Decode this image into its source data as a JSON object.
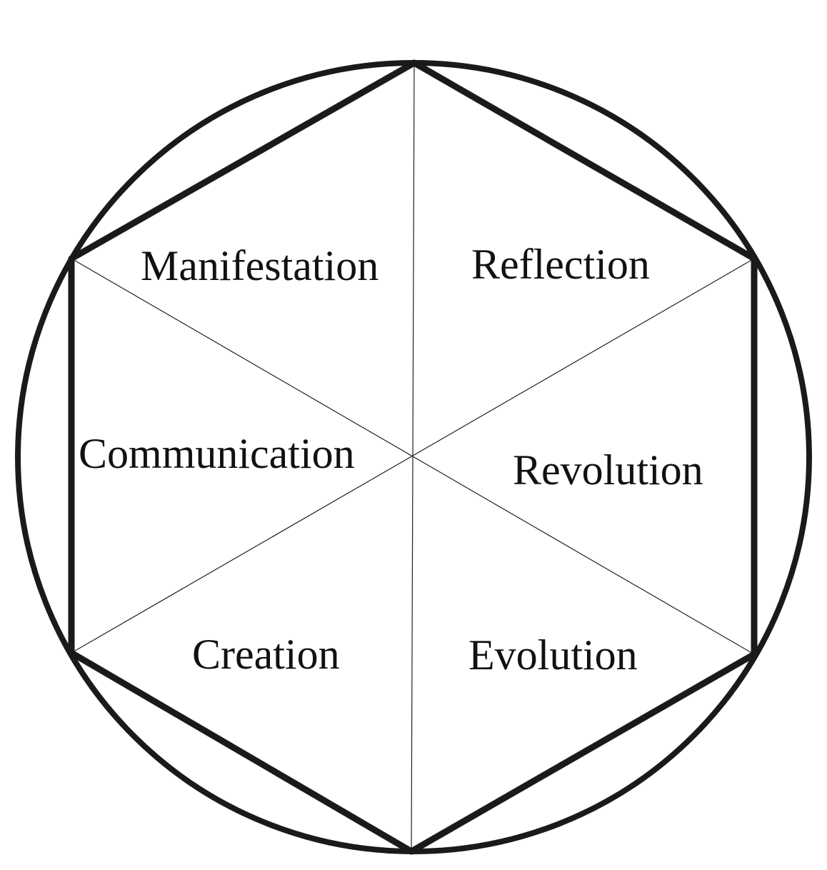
{
  "diagram": {
    "segments": [
      {
        "label": "Manifestation"
      },
      {
        "label": "Reflection"
      },
      {
        "label": "Communication"
      },
      {
        "label": "Revolution"
      },
      {
        "label": "Creation"
      },
      {
        "label": "Evolution"
      }
    ]
  }
}
